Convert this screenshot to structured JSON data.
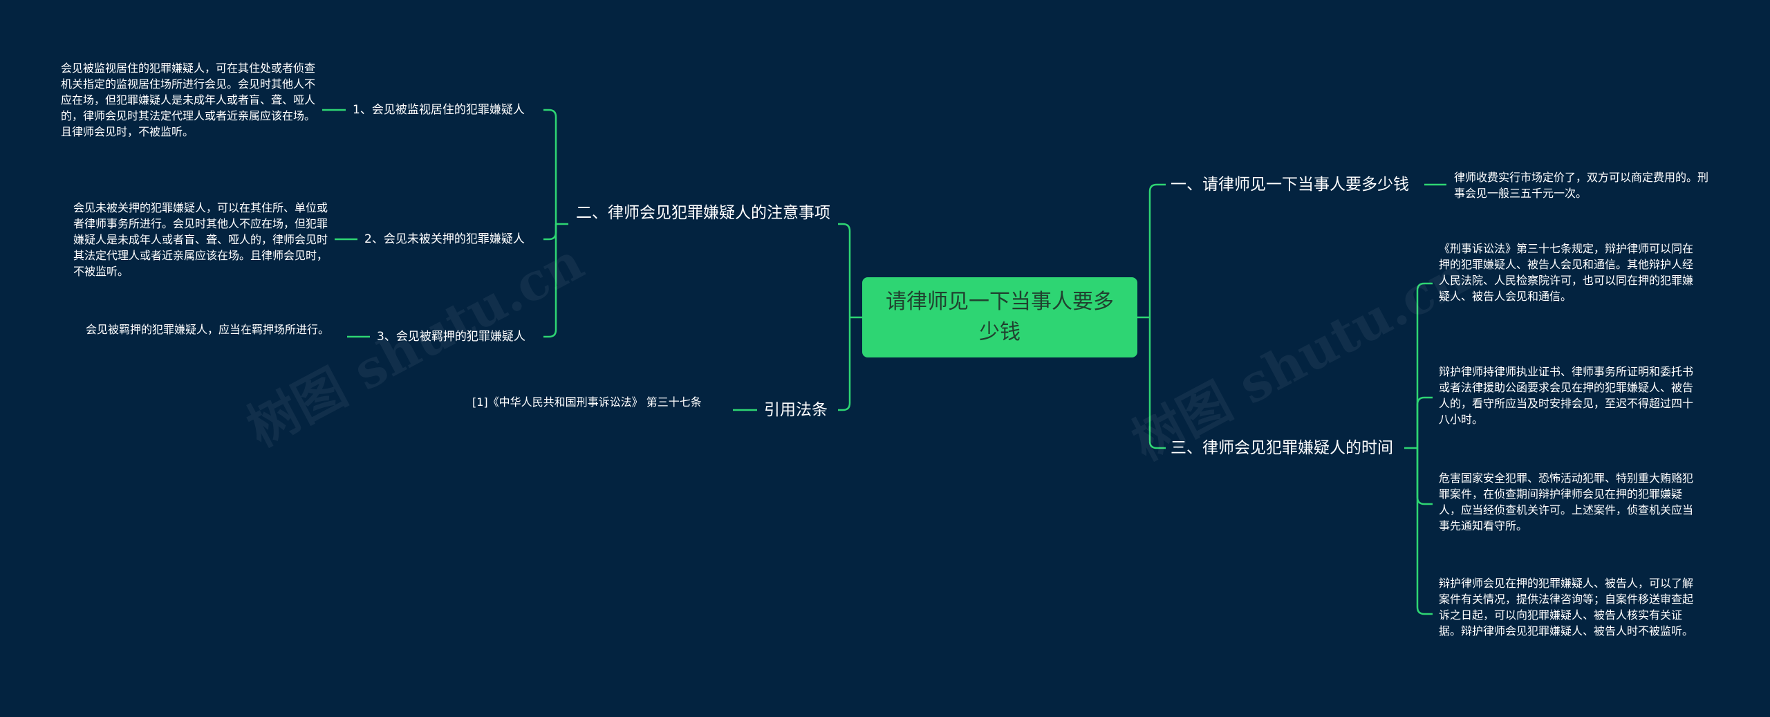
{
  "root": {
    "title": "请律师见一下当事人要多少钱"
  },
  "right": {
    "b1": {
      "label": "一、请律师见一下当事人要多少钱",
      "leaf": "律师收费实行市场定价了，双方可以商定费用的。刑事会见一般三五千元一次。"
    },
    "b3": {
      "label": "三、律师会见犯罪嫌疑人的时间",
      "leaves": [
        "《刑事诉讼法》第三十七条规定，辩护律师可以同在押的犯罪嫌疑人、被告人会见和通信。其他辩护人经人民法院、人民检察院许可，也可以同在押的犯罪嫌疑人、被告人会见和通信。",
        "辩护律师持律师执业证书、律师事务所证明和委托书或者法律援助公函要求会见在押的犯罪嫌疑人、被告人的，看守所应当及时安排会见，至迟不得超过四十八小时。",
        "危害国家安全犯罪、恐怖活动犯罪、特别重大贿赂犯罪案件，在侦查期间辩护律师会见在押的犯罪嫌疑人，应当经侦查机关许可。上述案件，侦查机关应当事先通知看守所。",
        "辩护律师会见在押的犯罪嫌疑人、被告人，可以了解案件有关情况，提供法律咨询等；自案件移送审查起诉之日起，可以向犯罪嫌疑人、被告人核实有关证据。辩护律师会见犯罪嫌疑人、被告人时不被监听。"
      ]
    }
  },
  "left": {
    "b2": {
      "label": "二、律师会见犯罪嫌疑人的注意事项",
      "items": [
        {
          "label": "1、会见被监视居住的犯罪嫌疑人",
          "leaf": "会见被监视居住的犯罪嫌疑人，可在其住处或者侦查机关指定的监视居住场所进行会见。会见时其他人不应在场，但犯罪嫌疑人是未成年人或者盲、聋、哑人的，律师会见时其法定代理人或者近亲属应该在场。且律师会见时，不被监听。"
        },
        {
          "label": "2、会见未被关押的犯罪嫌疑人",
          "leaf": "会见未被关押的犯罪嫌疑人，可以在其住所、单位或者律师事务所进行。会见时其他人不应在场，但犯罪嫌疑人是未成年人或者盲、聋、哑人的，律师会见时其法定代理人或者近亲属应该在场。且律师会见时，不被监听。"
        },
        {
          "label": "3、会见被羁押的犯罪嫌疑人",
          "leaf": "会见被羁押的犯罪嫌疑人，应当在羁押场所进行。"
        }
      ]
    },
    "ref": {
      "label": "引用法条",
      "leaf": "[1]《中华人民共和国刑事诉讼法》 第三十七条"
    }
  },
  "watermarks": [
    "树图 shutu.cn",
    "树图 shutu.cn"
  ],
  "colors": {
    "background": "#032340",
    "root_fill": "#2ed573",
    "line": "#2ed573",
    "text": "#ffffff"
  }
}
